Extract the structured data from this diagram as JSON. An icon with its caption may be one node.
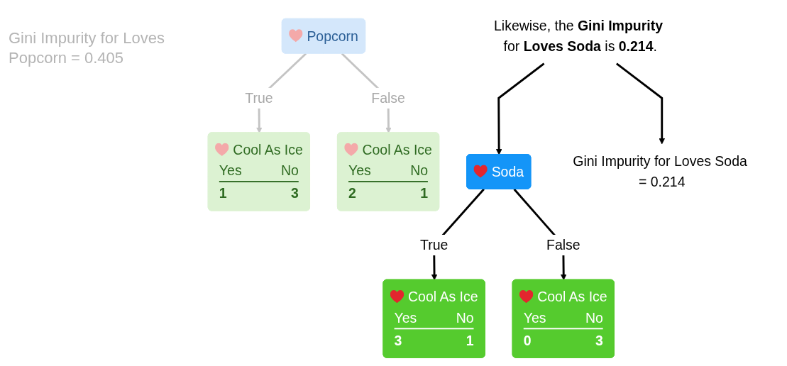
{
  "diagram": {
    "nodes": [
      {
        "text": [
          "Popcorn"
        ]
      },
      {
        "text": [
          "Cool As Ice",
          "Yes",
          "No",
          "1",
          "3"
        ]
      },
      {
        "text": [
          "Cool As Ice",
          "Yes",
          "No",
          "2",
          "1"
        ]
      },
      {
        "text": [
          "Likewise, the **Gini Impurity** for **Loves Soda** is **0.214**."
        ]
      },
      {
        "text": [
          "Soda"
        ]
      },
      {
        "text": [
          "Gini Impurity for Loves Soda = 0.214"
        ]
      },
      {
        "text": [
          "Cool As Ice",
          "Yes",
          "No",
          "3",
          "1"
        ]
      },
      {
        "text": [
          "Cool As Ice",
          "Yes",
          "No",
          "0",
          "3"
        ]
      }
    ],
    "edges": [
      {
        "from": 0,
        "to": 1,
        "arrow": "to",
        "label": "True",
        "color": "#c4c4c4"
      },
      {
        "from": 0,
        "to": 2,
        "arrow": "to",
        "label": "False",
        "color": "#c4c4c4"
      },
      {
        "from": 3,
        "to": 4,
        "arrow": "to"
      },
      {
        "from": 3,
        "to": 5,
        "arrow": "to"
      },
      {
        "from": 4,
        "to": 6,
        "arrow": "to",
        "label": "True"
      },
      {
        "from": 4,
        "to": 7,
        "arrow": "to",
        "label": "False"
      }
    ],
    "labels": [
      "Gini Impurity for Loves Popcorn = 0.405"
    ]
  }
}
